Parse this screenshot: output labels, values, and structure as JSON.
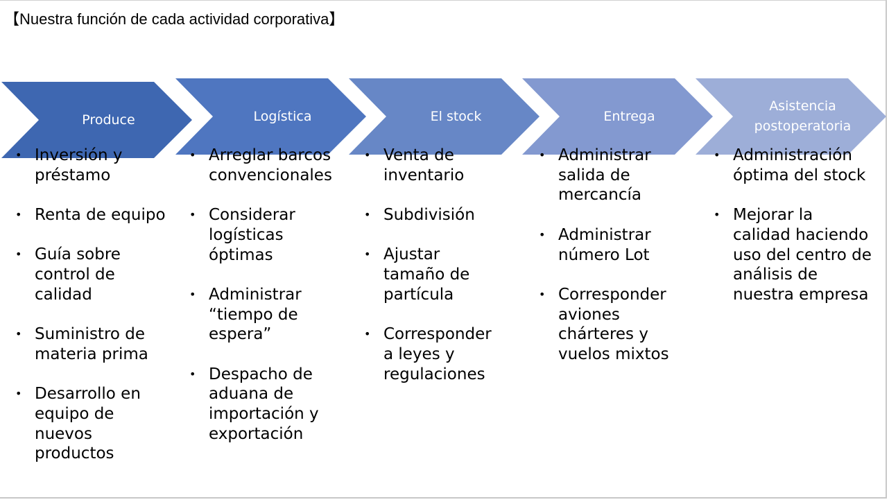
{
  "title": "【Nuestra función de cada actividad corporativa】",
  "stages": [
    {
      "label": "Produce",
      "color": "#3E67B1",
      "items": [
        "Inversión y préstamo",
        "Renta de equipo",
        "Guía sobre control de calidad",
        "Suministro de materia prima",
        "Desarrollo en equipo de nuevos productos"
      ]
    },
    {
      "label": "Logística",
      "color": "#4F76C0",
      "items": [
        "Arreglar barcos convencionales",
        "Considerar logísticas óptimas",
        "Administrar “tiempo de espera”",
        "Despacho de aduana de importación y exportación"
      ]
    },
    {
      "label": "El stock",
      "color": "#6787C6",
      "items": [
        "Venta de inventario",
        "Subdivisión",
        "Ajustar tamaño de partícula",
        "Corresponder a leyes y regulaciones"
      ]
    },
    {
      "label": "Entrega",
      "color": "#8399D0",
      "items": [
        "Administrar salida de mercancía",
        "Administrar número Lot",
        "Corresponder aviones chárteres y vuelos mixtos"
      ]
    },
    {
      "label": "Asistencia postoperatoria",
      "color": "#9DAED8",
      "items": [
        "Administración óptima del stock",
        "Mejorar la calidad haciendo uso del centro de análisis de nuestra empresa"
      ]
    }
  ]
}
